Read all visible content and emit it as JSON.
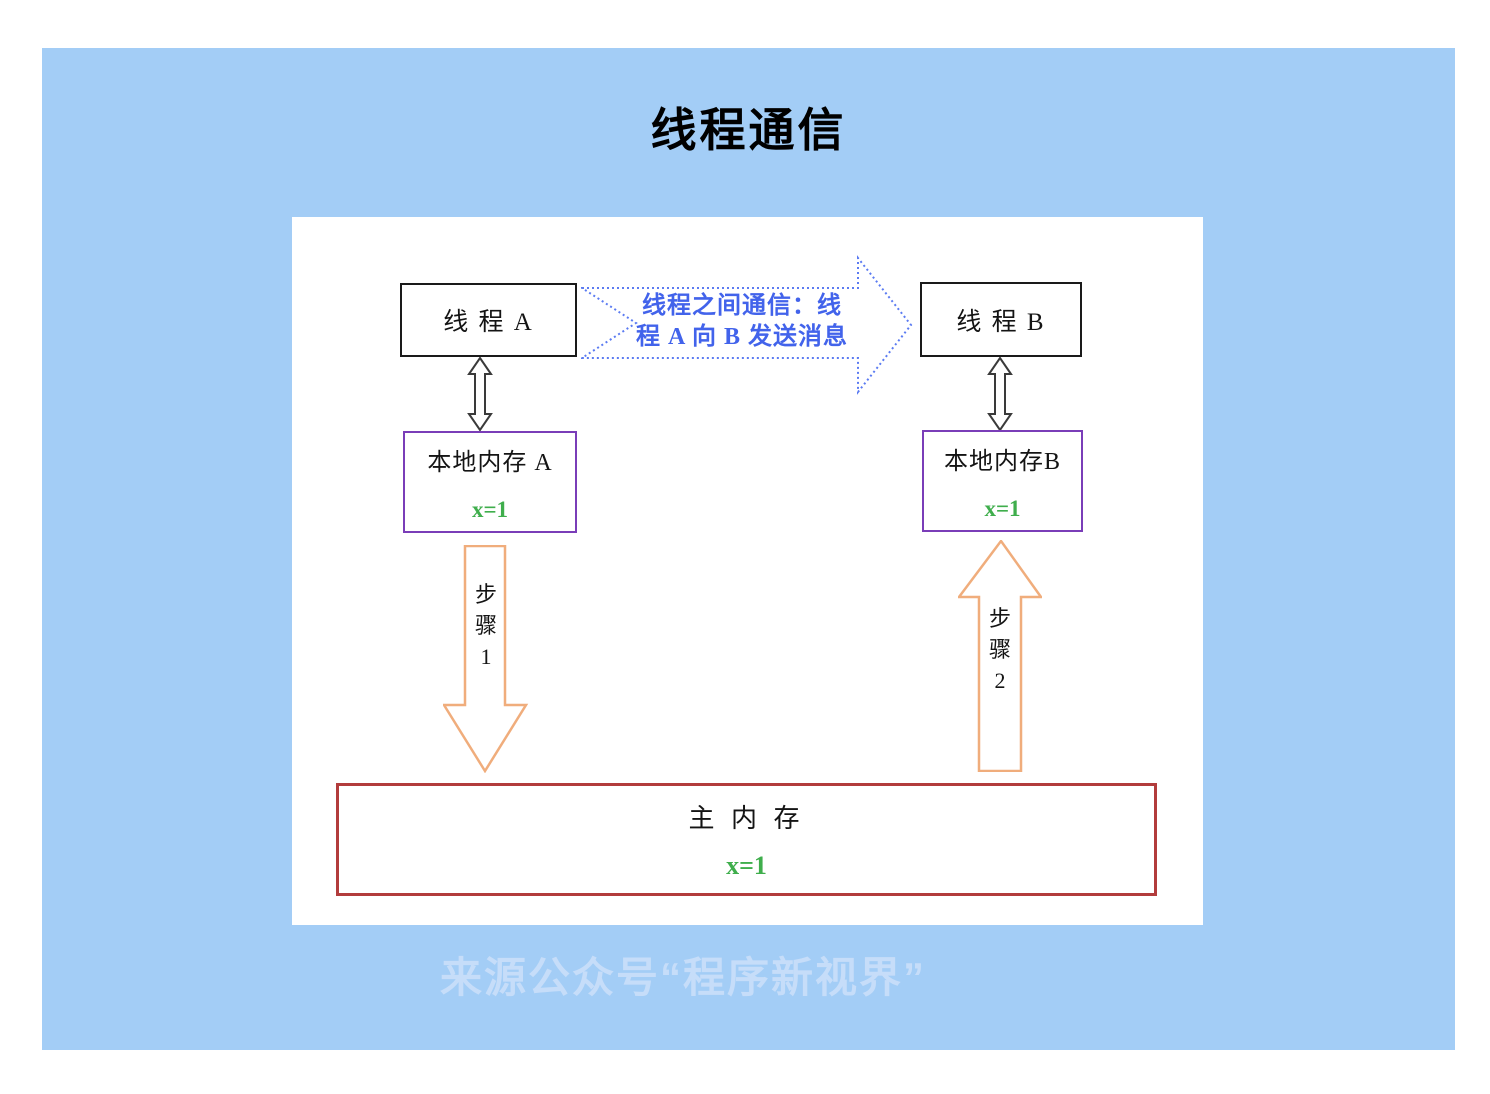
{
  "title": "线程通信",
  "watermark": "来源公众号“程序新视界”",
  "diagram": {
    "thread_a": {
      "label": "线 程 A"
    },
    "thread_b": {
      "label": "线 程 B"
    },
    "message_arrow": {
      "line1": "线程之间通信：线",
      "line2": "程 A 向 B 发送消息"
    },
    "local_memory_a": {
      "label": "本地内存 A",
      "value": "x=1"
    },
    "local_memory_b": {
      "label": "本地内存B",
      "value": "x=1"
    },
    "step_1": {
      "label": "步\n骤\n1"
    },
    "step_2": {
      "label": "步\n骤\n2"
    },
    "main_memory": {
      "label": "主 内 存",
      "value": "x=1"
    }
  },
  "colors": {
    "background_blue": "#a3cdf6",
    "panel_white": "#ffffff",
    "thread_box_border": "#1a1a1a",
    "local_memory_border": "#7a3db8",
    "main_memory_border": "#b23c3c",
    "step_arrow_orange": "#f0ad7c",
    "message_arrow_blue": "#5b7bf2",
    "message_text_blue": "#4263eb",
    "value_green": "#3fae4c",
    "double_arrow_outline": "#3a3a3a",
    "watermark_text": "#c6ddf9"
  }
}
